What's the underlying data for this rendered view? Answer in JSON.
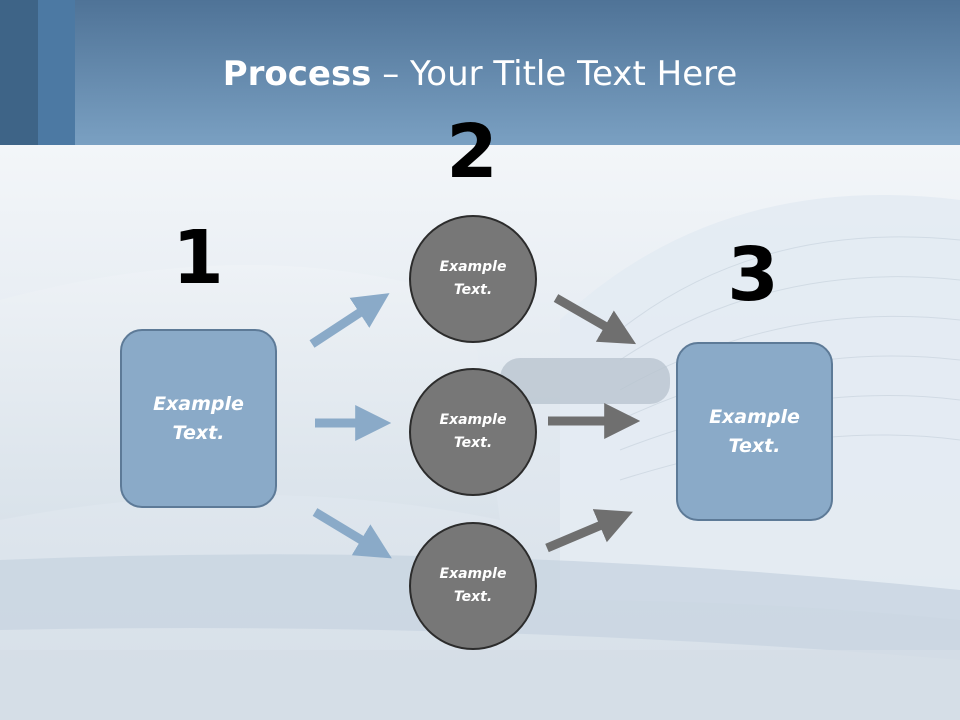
{
  "title": {
    "bold": "Process",
    "rest": " – Your Title Text Here"
  },
  "steps": [
    {
      "number": "1",
      "line1": "Example",
      "line2": "Text."
    },
    {
      "number": "2"
    },
    {
      "number": "3",
      "line1": "Example",
      "line2": "Text."
    }
  ],
  "circles": [
    {
      "line1": "Example",
      "line2": "Text."
    },
    {
      "line1": "Example",
      "line2": "Text."
    },
    {
      "line1": "Example",
      "line2": "Text."
    }
  ],
  "colors": {
    "box": "#8aaac8",
    "circle": "#777777",
    "arrow_blue": "#8aaac8",
    "arrow_gray": "#6f6f6f",
    "header": "#6e93b5"
  }
}
